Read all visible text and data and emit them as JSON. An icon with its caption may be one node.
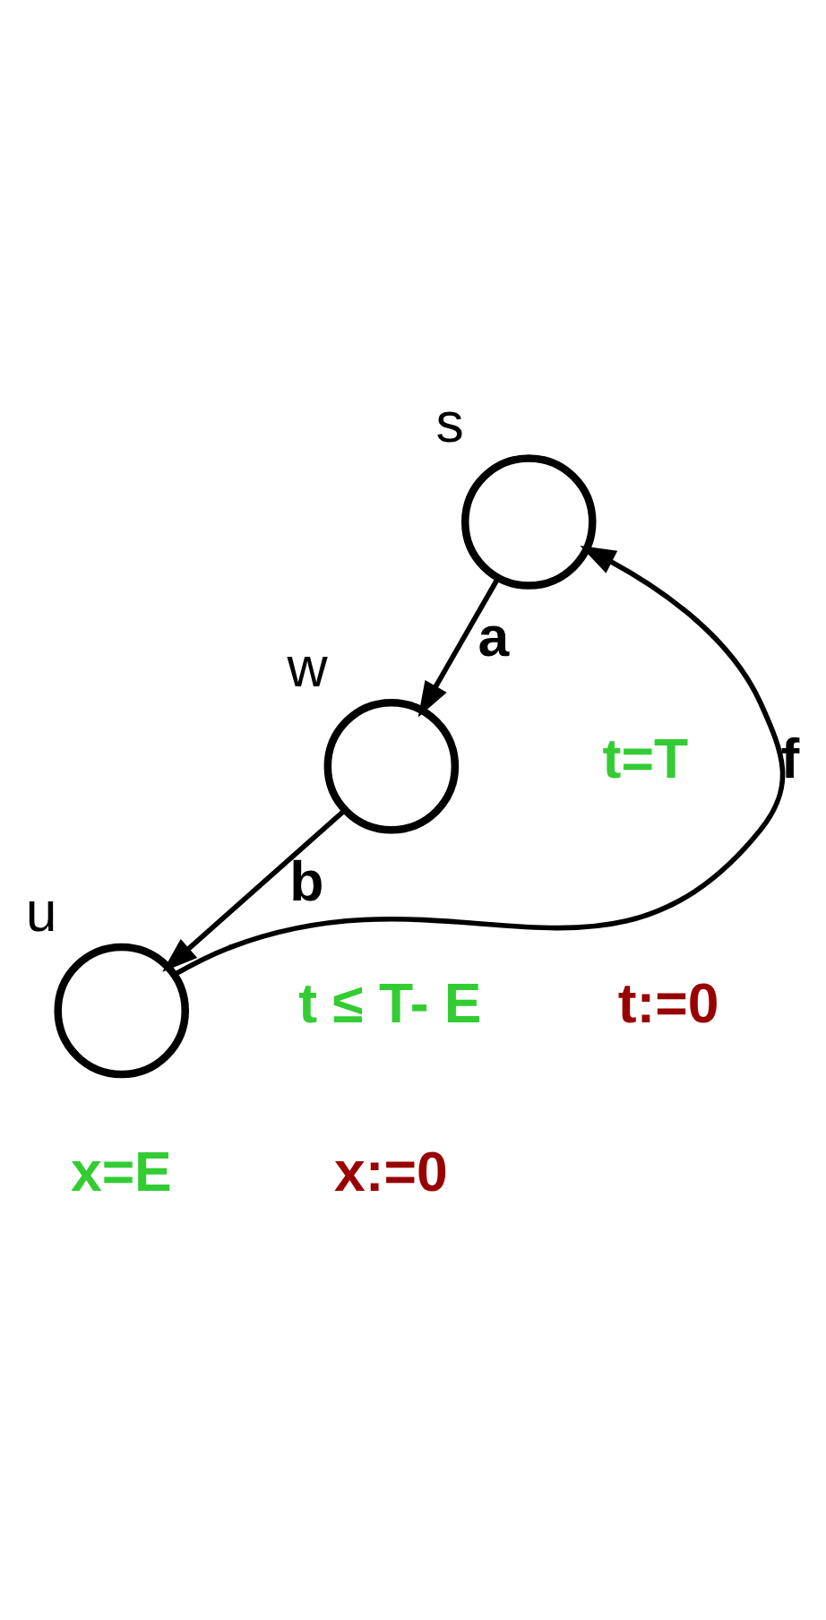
{
  "diagram": {
    "nodes": [
      {
        "text": [],
        "shape": "circle",
        "beside": [
          "s"
        ]
      },
      {
        "text": [],
        "shape": "circle",
        "beside": [
          "w"
        ]
      },
      {
        "text": [],
        "shape": "circle",
        "beside": [
          "u"
        ]
      }
    ],
    "edges": [
      {
        "from": 0,
        "to": 1,
        "arrow": "to",
        "label": "a"
      },
      {
        "from": 1,
        "to": 2,
        "arrow": "to",
        "label": "b"
      },
      {
        "from": 2,
        "to": 0,
        "arrow": "to",
        "label": "f"
      }
    ],
    "labels": [
      "t=T",
      "t:=0",
      "t ≤ T- E",
      "x:=0",
      "x=E"
    ]
  }
}
